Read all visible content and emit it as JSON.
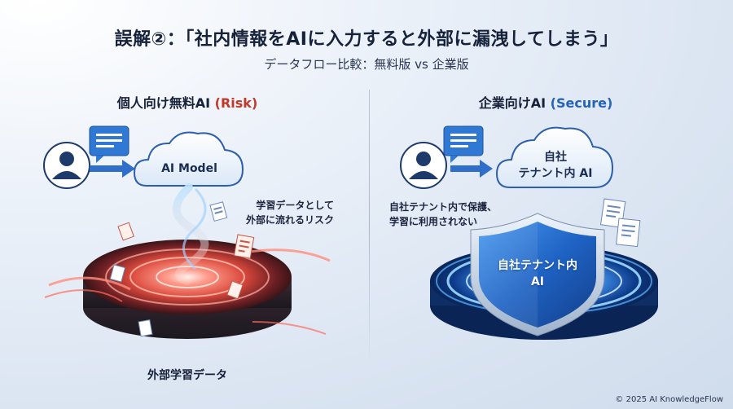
{
  "header": {
    "title": "誤解②：「社内情報をAIに入力すると外部に漏洩してしまう」",
    "subtitle": "データフロー比較：無料版 vs 企業版"
  },
  "left_panel": {
    "heading_main": "個人向け無料AI ",
    "heading_tag": "(Risk)",
    "cloud_label": "AI Model",
    "caption_line1": "学習データとして",
    "caption_line2": "外部に流れるリスク",
    "bottom_label": "外部学習データ",
    "accent_color": "#c0392b"
  },
  "right_panel": {
    "heading_main": "企業向けAI ",
    "heading_tag": "(Secure)",
    "cloud_label_line1": "自社",
    "cloud_label_line2": "テナント内 AI",
    "caption_line1": "自社テナント内で保護、",
    "caption_line2": "学習に利用されない",
    "shield_line1": "自社テナント内",
    "shield_line2": "AI",
    "accent_color": "#2563b8"
  },
  "footer": {
    "copyright": "© 2025 AI KnowledgeFlow"
  },
  "icons": [
    "user-icon",
    "chat-bubble-icon",
    "arrow-right-icon",
    "cloud-icon",
    "document-icon",
    "shield-icon",
    "vortex-icon",
    "ring-platform-icon"
  ]
}
